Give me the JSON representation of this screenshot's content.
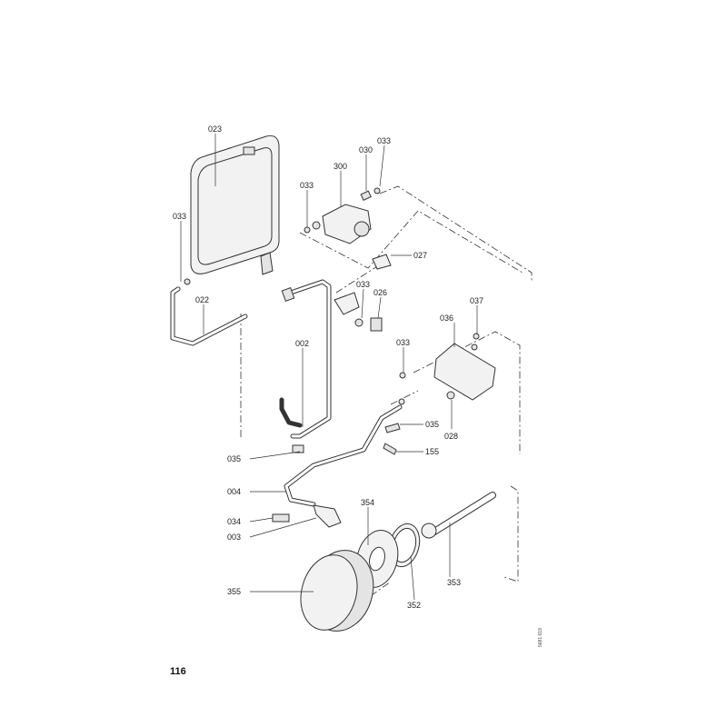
{
  "page_number": "116",
  "drawing_code": "5681 619",
  "labels": {
    "p023": "023",
    "p033a": "033",
    "p022": "022",
    "p300": "300",
    "p030": "030",
    "p033b": "033",
    "p033c": "033",
    "p027": "027",
    "p033d": "033",
    "p026": "026",
    "p037": "037",
    "p036": "036",
    "p002": "002",
    "p033e": "033",
    "p035a": "035",
    "p028": "028",
    "p155": "155",
    "p035b": "035",
    "p004": "004",
    "p354": "354",
    "p034": "034",
    "p003": "003",
    "p353": "353",
    "p355": "355",
    "p352": "352"
  }
}
